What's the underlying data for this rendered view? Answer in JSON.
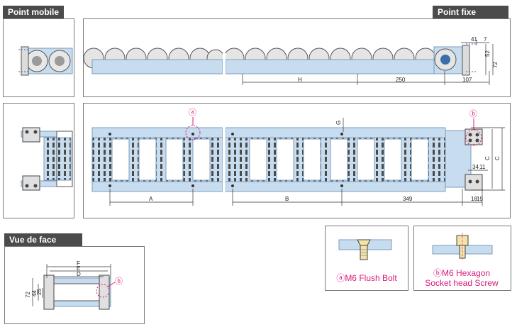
{
  "sections": {
    "point_mobile": "Point mobile",
    "point_fixe": "Point fixe",
    "vue_de_face": "Vue de face"
  },
  "dimensions": {
    "top": {
      "d41": "41",
      "d7": "7",
      "d52": "52",
      "d72": "72",
      "H": "H",
      "d250": "250",
      "d107": "107"
    },
    "middle": {
      "G": "G",
      "C": "C",
      "C2": "C",
      "d34": "34",
      "d11": "11",
      "A": "A",
      "B": "B",
      "d349": "349",
      "d18": "18",
      "d19": "19"
    },
    "face": {
      "F": "F",
      "E": "E",
      "D": "D",
      "d72": "72",
      "d44": "44",
      "d25": "25"
    }
  },
  "markers": {
    "a": "ⓐ",
    "b": "ⓑ"
  },
  "legend": {
    "a_label": "ⓐM6 Flush Bolt",
    "b_line1": "ⓑM6 Hexagon",
    "b_line2": "Socket head Screw"
  },
  "colors": {
    "link": "#c8dcef",
    "link_stroke": "#7b9dbb",
    "accent": "#d81b7a",
    "tag": "#4b4b4b"
  }
}
